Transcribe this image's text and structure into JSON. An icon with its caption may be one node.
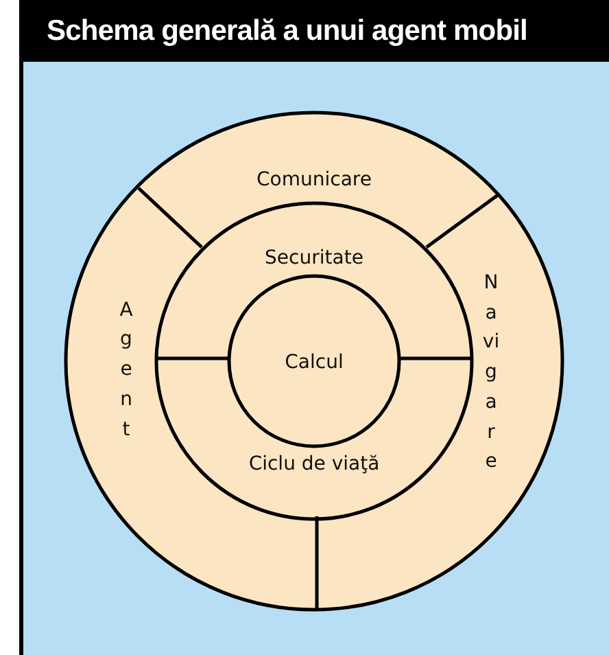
{
  "diagram": {
    "title": "Schema generală a unui agent mobil",
    "nodes": [
      {
        "text": [
          "Comunicare"
        ]
      },
      {
        "text": [
          "Agent"
        ]
      },
      {
        "text": [
          "Navigare"
        ]
      },
      {
        "text": [
          "Securitate"
        ]
      },
      {
        "text": [
          "Ciclu de viaţă"
        ]
      },
      {
        "text": [
          "Calcul"
        ]
      }
    ]
  }
}
